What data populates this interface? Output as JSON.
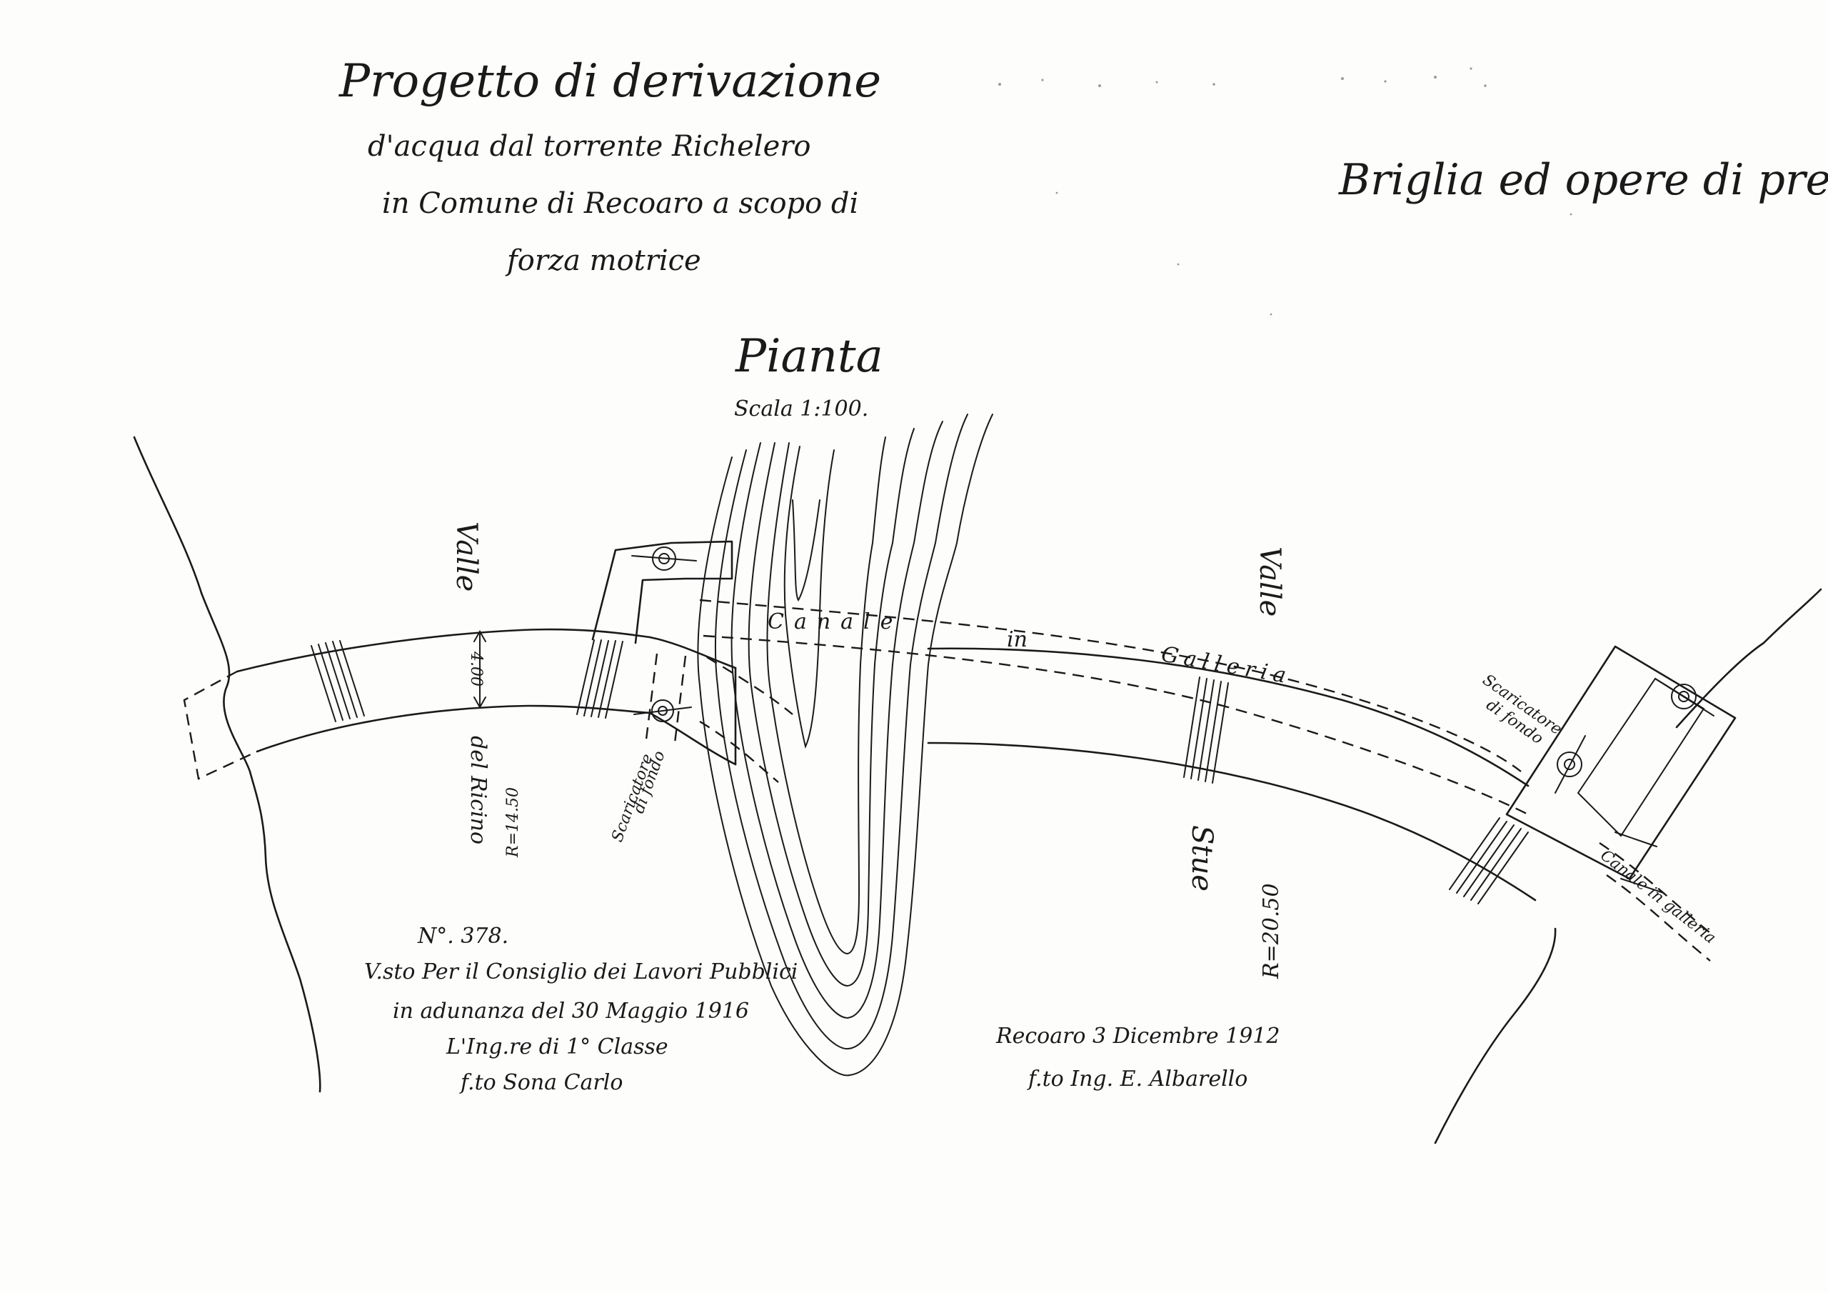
{
  "title": {
    "line1": "Progetto di derivazione",
    "line2": "d'acqua dal torrente Richelero",
    "line3": "in Comune di Recoaro a scopo di",
    "line4": "forza motrice"
  },
  "right_title": "Briglia ed opere di pre.",
  "plan": {
    "heading": "Pianta",
    "scale": "Scala 1:100."
  },
  "labels": {
    "valle_left": "Valle",
    "width_dim": "4.00",
    "del_ricino": "del Ricino",
    "radius_left": "R=14.50",
    "scaricatore_left_1": "Scaricatore",
    "scaricatore_left_2": "di fondo",
    "canale": "Canale",
    "in": "in",
    "galleria": "Galleria",
    "valle_right": "Valle",
    "stue": "Stue",
    "radius_right": "R=20.50",
    "scaricatore_right_1": "Scaricatore",
    "scaricatore_right_2": "di fondo",
    "canale_in_galleria": "Canale in galleria"
  },
  "approval": {
    "number": "N°. 378.",
    "line1": "V.sto Per il Consiglio dei Lavori Pubblici",
    "line2": "in adunanza del 30 Maggio 1916",
    "line3": "L'Ing.re di 1° Classe",
    "line4": "f.to Sona Carlo"
  },
  "signature": {
    "place_date": "Recoaro 3 Dicembre 1912",
    "signed": "f.to Ing. E. Albarello"
  }
}
